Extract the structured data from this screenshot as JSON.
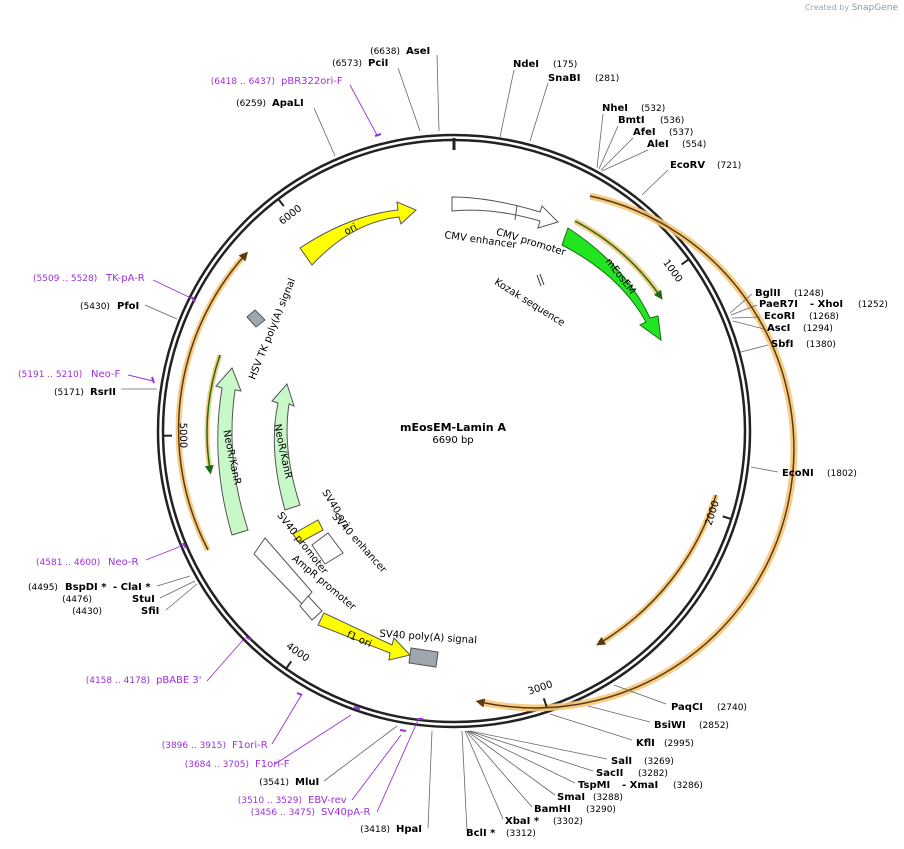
{
  "watermark": {
    "prefix": "Created by",
    "brand": "SnapGene"
  },
  "plasmid": {
    "name": "mEosEM-Lamin A",
    "length_label": "6690 bp",
    "length": 6690
  },
  "ticks": [
    {
      "pos": 1000,
      "label": "1000"
    },
    {
      "pos": 2000,
      "label": "2000"
    },
    {
      "pos": 3000,
      "label": "3000"
    },
    {
      "pos": 4000,
      "label": "4000"
    },
    {
      "pos": 5000,
      "label": "5000"
    },
    {
      "pos": 6000,
      "label": "6000"
    }
  ],
  "enzymes": [
    {
      "name": "AseI",
      "pos": "(6638)"
    },
    {
      "name": "PciI",
      "pos": "(6573)"
    },
    {
      "name": "ApaLI",
      "pos": "(6259)"
    },
    {
      "name": "NdeI",
      "pos": "(175)"
    },
    {
      "name": "SnaBI",
      "pos": "(281)"
    },
    {
      "name": "NheI",
      "pos": "(532)"
    },
    {
      "name": "BmtI",
      "pos": "(536)"
    },
    {
      "name": "AfeI",
      "pos": "(537)"
    },
    {
      "name": "AleI",
      "pos": "(554)"
    },
    {
      "name": "EcoRV",
      "pos": "(721)"
    },
    {
      "name": "BglII",
      "pos": "(1248)"
    },
    {
      "name": "PaeR7I",
      "name2": "- XhoI",
      "pos": "(1252)"
    },
    {
      "name": "EcoRI",
      "pos": "(1268)"
    },
    {
      "name": "AscI",
      "pos": "(1294)"
    },
    {
      "name": "SbfI",
      "pos": "(1380)"
    },
    {
      "name": "EcoNI",
      "pos": "(1802)"
    },
    {
      "name": "PaqCI",
      "pos": "(2740)"
    },
    {
      "name": "BsiWI",
      "pos": "(2852)"
    },
    {
      "name": "KflI",
      "pos": "(2995)"
    },
    {
      "name": "SalI",
      "pos": "(3269)"
    },
    {
      "name": "SacII",
      "pos": "(3282)"
    },
    {
      "name": "TspMI",
      "name2": "- XmaI",
      "pos": "(3286)"
    },
    {
      "name": "SmaI",
      "pos": "(3288)"
    },
    {
      "name": "BamHI",
      "pos": "(3290)"
    },
    {
      "name": "XbaI *",
      "pos": "(3302)"
    },
    {
      "name": "BclI *",
      "pos": "(3312)"
    },
    {
      "name": "HpaI",
      "pos": "(3418)"
    },
    {
      "name": "MluI",
      "pos": "(3541)"
    },
    {
      "name": "SfiI",
      "pos": "(4430)"
    },
    {
      "name": "StuI",
      "pos": "(4476)"
    },
    {
      "name": "BspDI *",
      "name2": "- ClaI *",
      "pos": "(4495)"
    },
    {
      "name": "RsrII",
      "pos": "(5171)"
    },
    {
      "name": "PfoI",
      "pos": "(5430)"
    }
  ],
  "primers": [
    {
      "name": "pBR322ori-F",
      "range": "(6418 .. 6437)"
    },
    {
      "name": "TK-pA-R",
      "range": "(5509 .. 5528)"
    },
    {
      "name": "Neo-F",
      "range": "(5191 .. 5210)"
    },
    {
      "name": "Neo-R",
      "range": "(4581 .. 4600)"
    },
    {
      "name": "pBABE 3'",
      "range": "(4158 .. 4178)"
    },
    {
      "name": "F1ori-R",
      "range": "(3896 .. 3915)"
    },
    {
      "name": "F1ori-F",
      "range": "(3684 .. 3705)"
    },
    {
      "name": "EBV-rev",
      "range": "(3510 .. 3529)"
    },
    {
      "name": "SV40pA-R",
      "range": "(3456 .. 3475)"
    }
  ],
  "features": {
    "ori": "ori",
    "cmv_promoter": "CMV promoter",
    "cmv_enhancer": "CMV enhancer",
    "kozak": "Kozak sequence",
    "meosem": "mEosEM",
    "hsv_tk": "HSV TK poly(A) signal",
    "neokan_outer": "NeoR/KanR",
    "neokan_inner": "NeoR/KanR",
    "sv40_ori": "SV40 ori",
    "sv40_enhancer": "SV40 enhancer",
    "sv40_promoter": "SV40 promoter",
    "ampr_promoter": "AmpR promoter",
    "f1_ori": "f1 ori",
    "sv40_polya": "SV40 poly(A) signal"
  },
  "colors": {
    "ori": "#ffff00",
    "meosem": "#22e522",
    "neokan": "#c8f7c8",
    "orf": "#f5c77a",
    "primer": "#9b30d9",
    "polya": "#a0a6ad"
  }
}
